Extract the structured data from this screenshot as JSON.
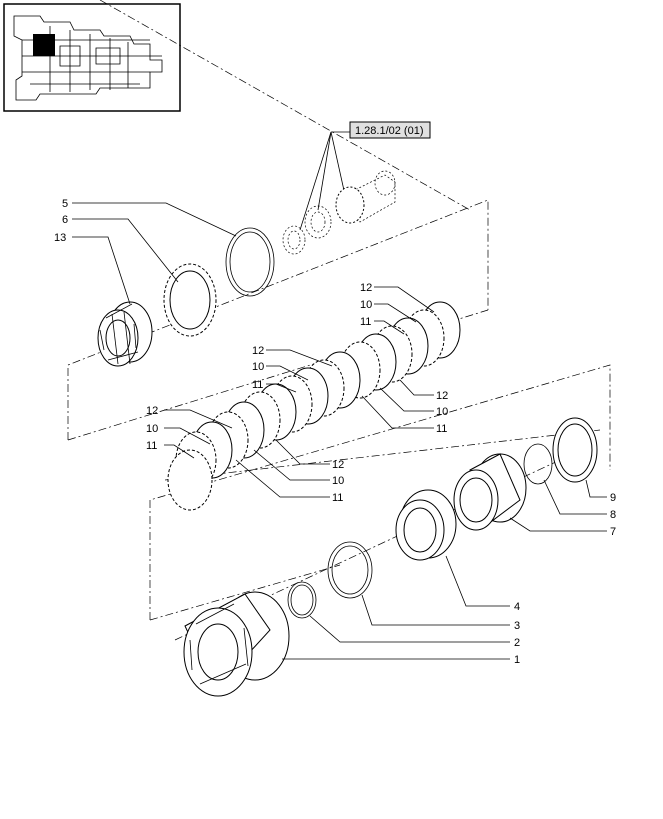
{
  "reference_label": "1.28.1/02 (01)",
  "callouts": [
    {
      "id": "c5",
      "text": "5"
    },
    {
      "id": "c6",
      "text": "6"
    },
    {
      "id": "c13",
      "text": "13"
    },
    {
      "id": "c12a",
      "text": "12"
    },
    {
      "id": "c10a",
      "text": "10"
    },
    {
      "id": "c11a",
      "text": "11"
    },
    {
      "id": "c12b",
      "text": "12"
    },
    {
      "id": "c10b",
      "text": "10"
    },
    {
      "id": "c11b",
      "text": "11"
    },
    {
      "id": "c12c",
      "text": "12"
    },
    {
      "id": "c10c",
      "text": "10"
    },
    {
      "id": "c11c",
      "text": "11"
    },
    {
      "id": "c12d",
      "text": "12"
    },
    {
      "id": "c10d",
      "text": "10"
    },
    {
      "id": "c11d",
      "text": "11"
    },
    {
      "id": "c12e",
      "text": "12"
    },
    {
      "id": "c10e",
      "text": "10"
    },
    {
      "id": "c11e",
      "text": "11"
    },
    {
      "id": "c9",
      "text": "9"
    },
    {
      "id": "c8",
      "text": "8"
    },
    {
      "id": "c7",
      "text": "7"
    },
    {
      "id": "c4",
      "text": "4"
    },
    {
      "id": "c3",
      "text": "3"
    },
    {
      "id": "c2",
      "text": "2"
    },
    {
      "id": "c1",
      "text": "1"
    }
  ]
}
